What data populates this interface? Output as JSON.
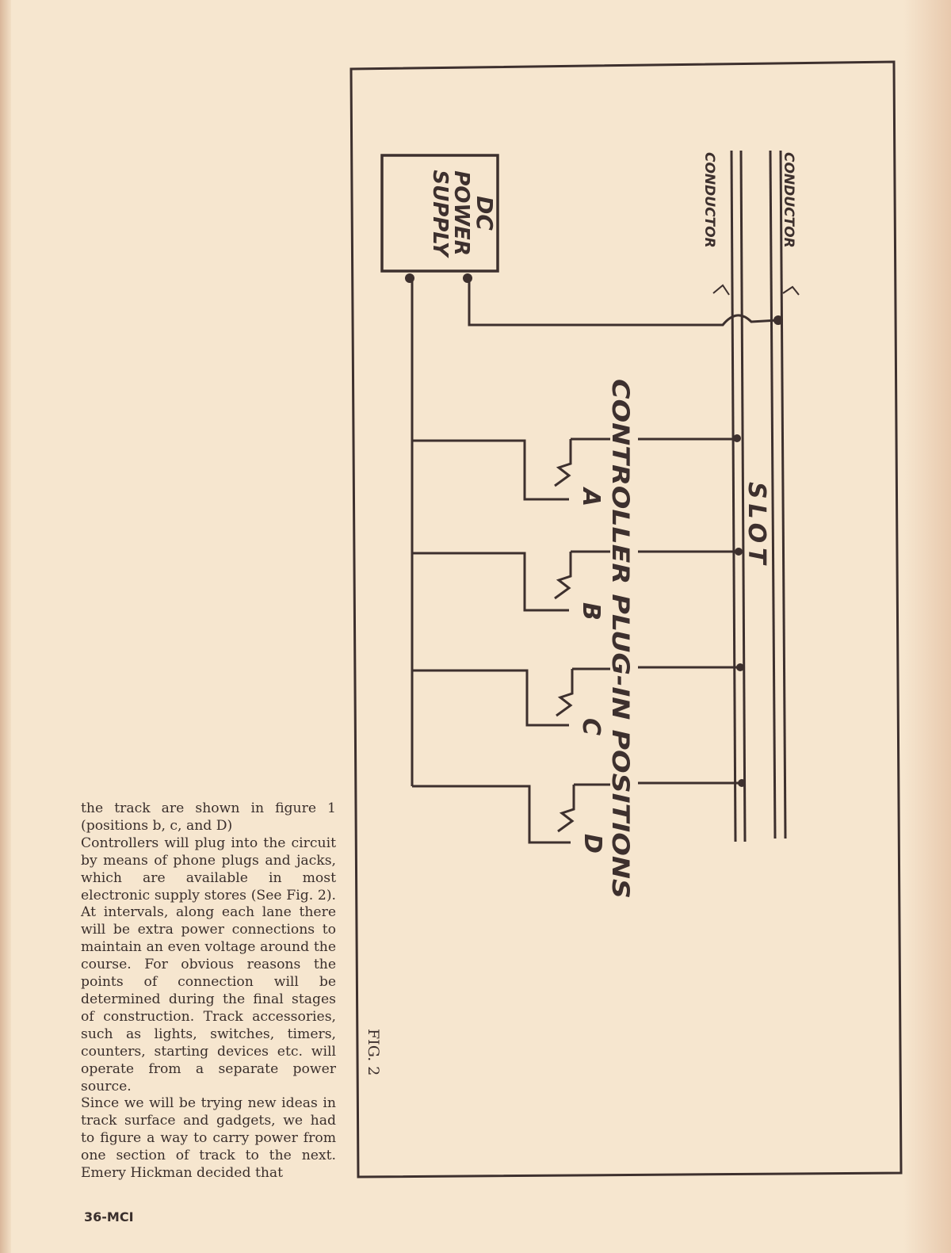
{
  "article": {
    "paragraphs": [
      "the track are shown in figure 1 (positions b, c, and D)",
      "Controllers will plug into the circuit by means of phone plugs and jacks, which are available in most electronic supply stores (See Fig. 2). At intervals, along each lane there will be extra power connections to maintain an even voltage around the course. For obvious reasons the points of connection will be determined during the final stages of construction. Track accessories, such as lights, switches, timers, counters, starting devices etc. will operate from a separate power source.",
      "Since we will be trying new ideas in track surface and gadgets, we had to figure a way to carry power from one section of track to the next. Emery Hickman decided that"
    ],
    "folio": "36-MCI"
  },
  "figure": {
    "caption": "FIG. 2",
    "power_supply_label": [
      "DC",
      "POWER",
      "SUPPLY"
    ],
    "conductor_label_inner": "CONDUCTOR",
    "conductor_label_outer": "CONDUCTOR",
    "slot_label": "SLOT",
    "positions_label": "CONTROLLER PLUG-IN POSITIONS",
    "positions": [
      "A",
      "B",
      "C",
      "D"
    ],
    "ink_color": "#3d302e",
    "paper_color": "#f6e6cf"
  }
}
